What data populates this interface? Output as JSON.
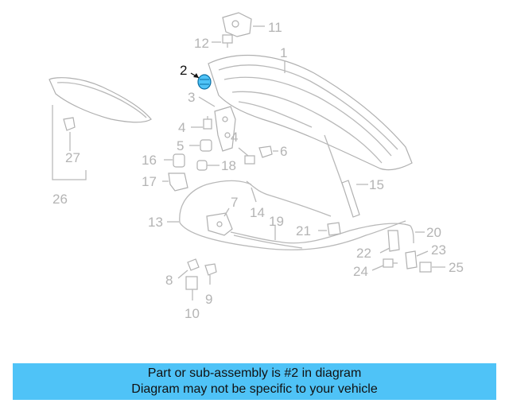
{
  "highlight_color": "#4fc3f7",
  "callouts": {
    "c1": "1",
    "c2": "2",
    "c3": "3",
    "c4a": "4",
    "c4b": "4",
    "c5": "5",
    "c6": "6",
    "c7": "7",
    "c8": "8",
    "c9": "9",
    "c10": "10",
    "c11": "11",
    "c12": "12",
    "c13": "13",
    "c14": "14",
    "c15": "15",
    "c16": "16",
    "c17": "17",
    "c18": "18",
    "c19": "19",
    "c20": "20",
    "c21": "21",
    "c22": "22",
    "c23": "23",
    "c24": "24",
    "c25": "25",
    "c26": "26",
    "c27": "27"
  },
  "banner": {
    "line1": "Part or sub-assembly is #2 in diagram",
    "line2": "Diagram may not be specific to your vehicle"
  }
}
